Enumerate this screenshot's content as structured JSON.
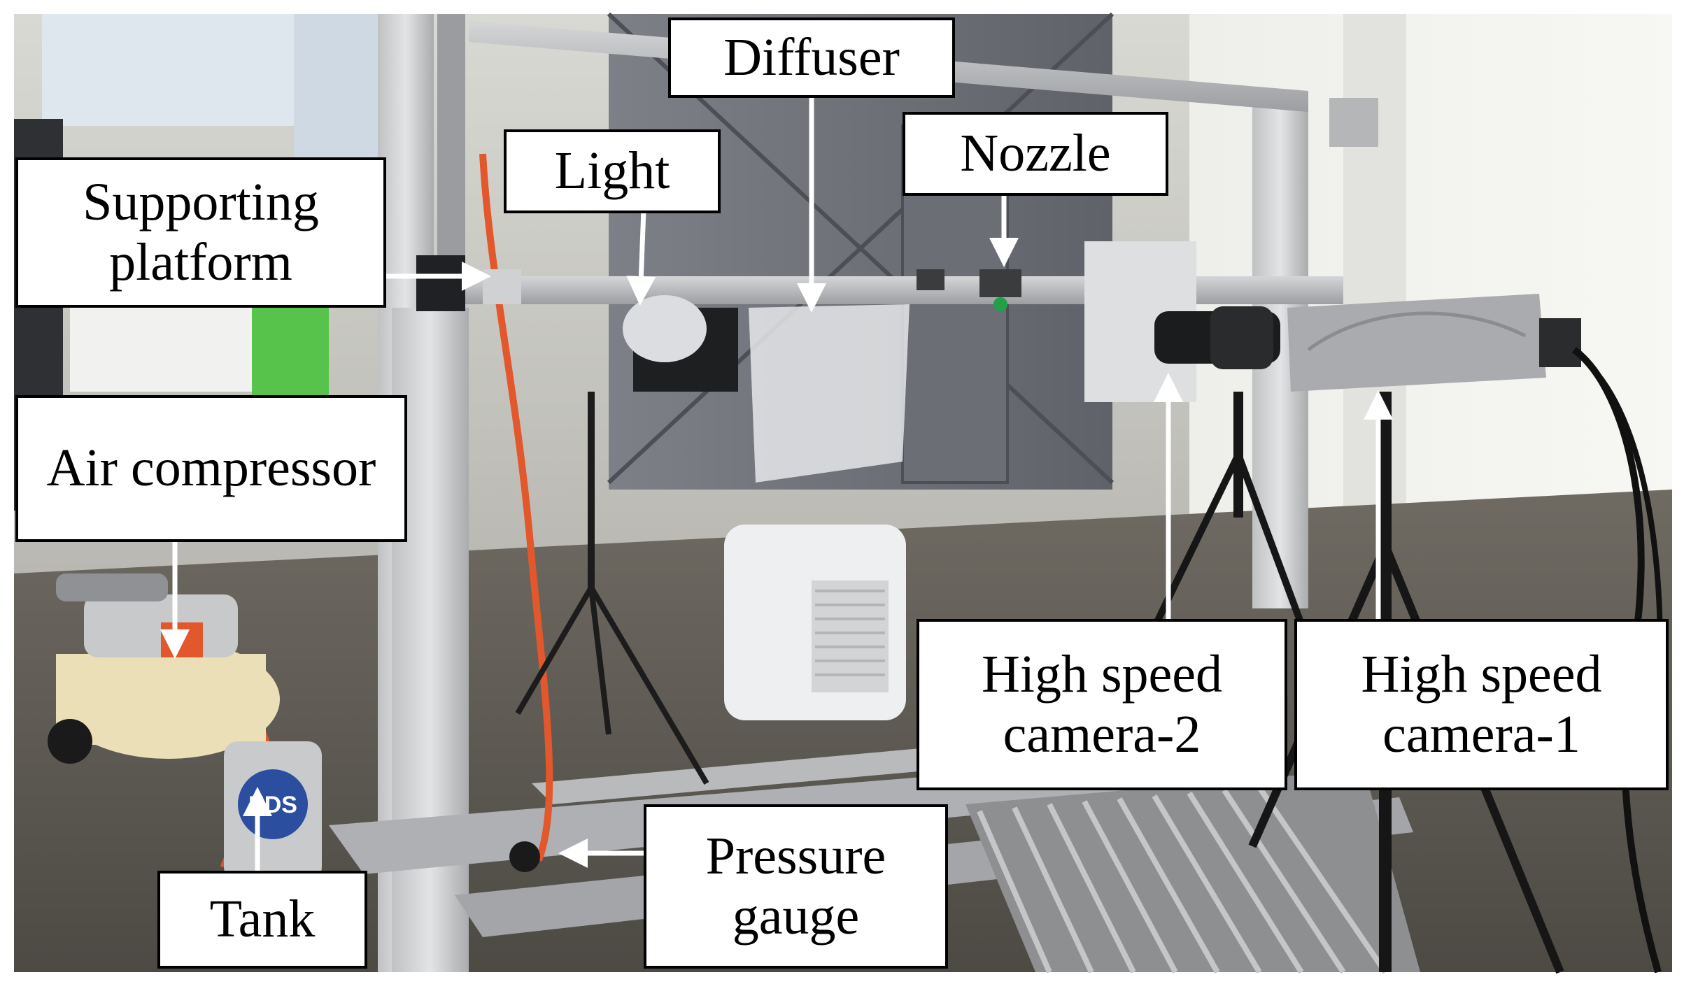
{
  "labels": {
    "diffuser": "Diffuser",
    "nozzle": "Nozzle",
    "light": "Light",
    "supporting_platform": "Supporting platform",
    "air_compressor": "Air compressor",
    "tank": "Tank",
    "pressure_gauge": "Pressure gauge",
    "high_speed_camera_2": "High speed camera-2",
    "high_speed_camera_1": "High speed camera-1",
    "tank_sticker_text": "EDS"
  },
  "colors": {
    "label_background": "#ffffff",
    "label_border": "#000000",
    "arrow": "#ffffff"
  }
}
